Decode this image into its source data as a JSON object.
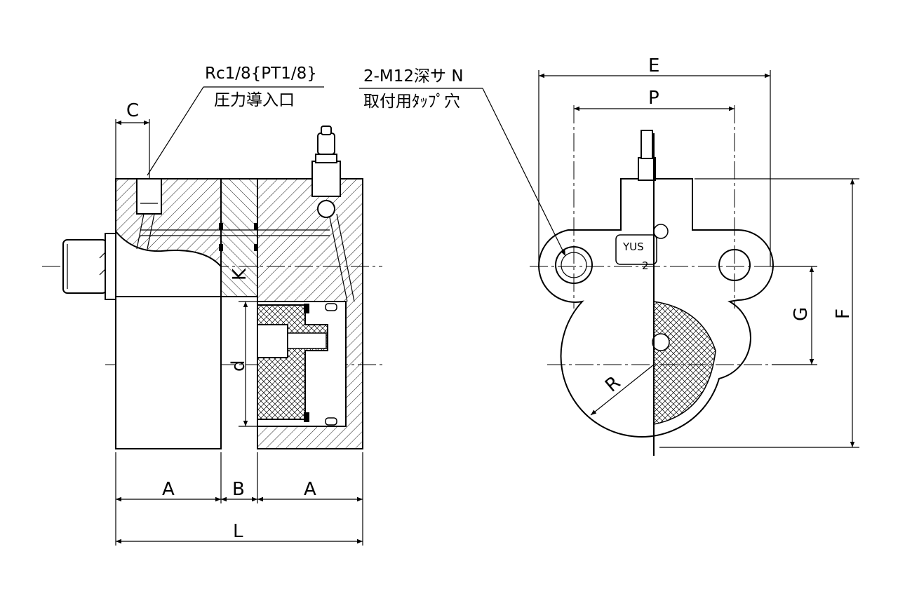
{
  "labels": {
    "port_spec": "Rc1/8{PT1/8}",
    "port_name": "圧力導入口",
    "tap_spec": "2-M12深サ N",
    "tap_name": "取付用ﾀｯﾌﾟ穴",
    "marking_maker": "YUS",
    "marking_num": "2"
  },
  "dims": {
    "C": "C",
    "K": "K",
    "d": "d",
    "A1": "A",
    "B": "B",
    "A2": "A",
    "L": "L",
    "E": "E",
    "P": "P",
    "G": "G",
    "F": "F",
    "R": "R"
  }
}
